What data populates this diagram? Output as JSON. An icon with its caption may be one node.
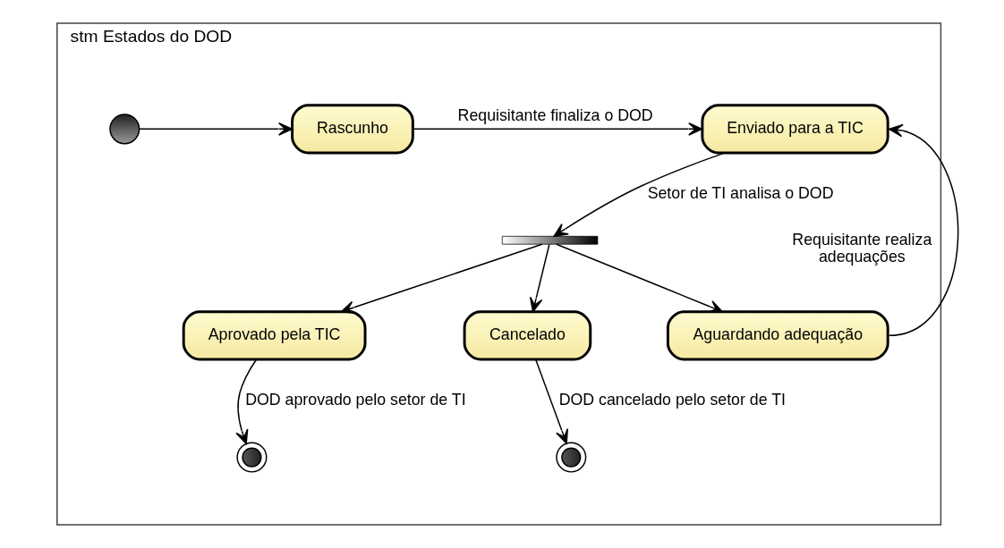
{
  "diagram": {
    "nodes": [
      {
        "text": [
          "stm Estados do DOD"
        ]
      },
      {
        "text": [],
        "shape": "circle",
        "in": 0
      },
      {
        "text": [
          "Rascunho"
        ],
        "in": 0
      },
      {
        "text": [
          "Enviado para a TIC"
        ],
        "in": 0
      },
      {
        "text": [],
        "shape": "bar",
        "in": 0
      },
      {
        "text": [
          "Aprovado pela TIC"
        ],
        "in": 0
      },
      {
        "text": [
          "Cancelado"
        ],
        "in": 0
      },
      {
        "text": [
          "Aguardando adequação"
        ],
        "in": 0
      },
      {
        "text": [],
        "shape": "circle",
        "in": 0
      },
      {
        "text": [],
        "shape": "circle",
        "in": 0
      }
    ],
    "edges": [
      {
        "from": 1,
        "to": 2,
        "arrow": "to"
      },
      {
        "from": 2,
        "to": 3,
        "arrow": "to",
        "label": "Requisitante finaliza o DOD"
      },
      {
        "from": 3,
        "to": 4,
        "arrow": "to",
        "label": "Setor de TI analisa o DOD"
      },
      {
        "from": 4,
        "to": 5,
        "arrow": "to"
      },
      {
        "from": 4,
        "to": 6,
        "arrow": "to"
      },
      {
        "from": 4,
        "to": 7,
        "arrow": "to"
      },
      {
        "from": 7,
        "to": 3,
        "arrow": "to",
        "label": "Requisitante realiza adequações"
      },
      {
        "from": 5,
        "to": 8,
        "arrow": "to",
        "label": "DOD aprovado pelo setor de TI"
      },
      {
        "from": 6,
        "to": 9,
        "arrow": "to",
        "label": "DOD cancelado pelo setor de TI"
      }
    ]
  }
}
